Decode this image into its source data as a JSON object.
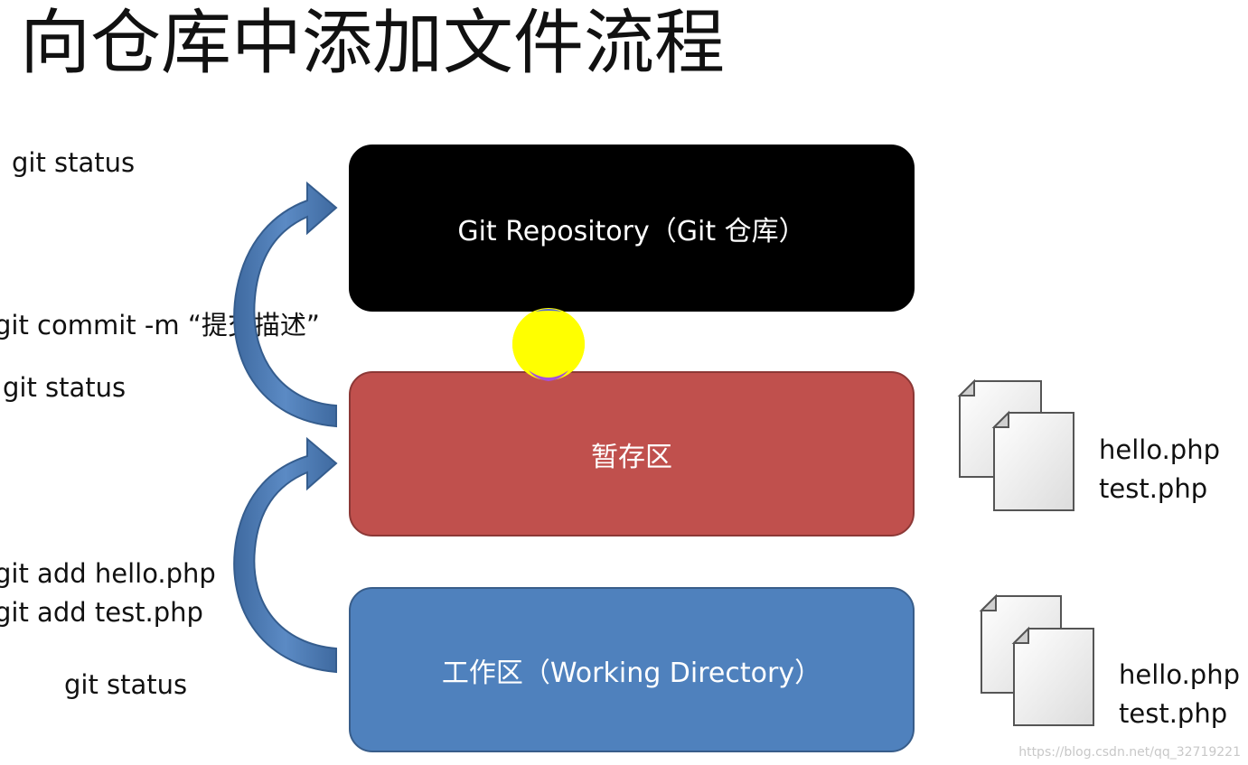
{
  "title": "向仓库中添加文件流程",
  "commands": {
    "status_top": "git status",
    "commit": "git commit -m “提交描述”",
    "status_middle": "git status",
    "add_hello": "git add hello.php",
    "add_test": "git add test.php",
    "status_bottom": "git status"
  },
  "boxes": {
    "repository": "Git Repository（Git 仓库）",
    "staging": "暂存区",
    "working": "工作区（Working Directory）"
  },
  "files_staging": [
    "hello.php",
    "test.php"
  ],
  "files_working": [
    "hello.php",
    "test.php"
  ],
  "watermark": "https://blog.csdn.net/qq_32719221",
  "colors": {
    "repository": "#000000",
    "staging": "#c0504d",
    "working": "#4f81bd",
    "arrow": "#4f81bd",
    "cursor_highlight": "#ffff00"
  }
}
